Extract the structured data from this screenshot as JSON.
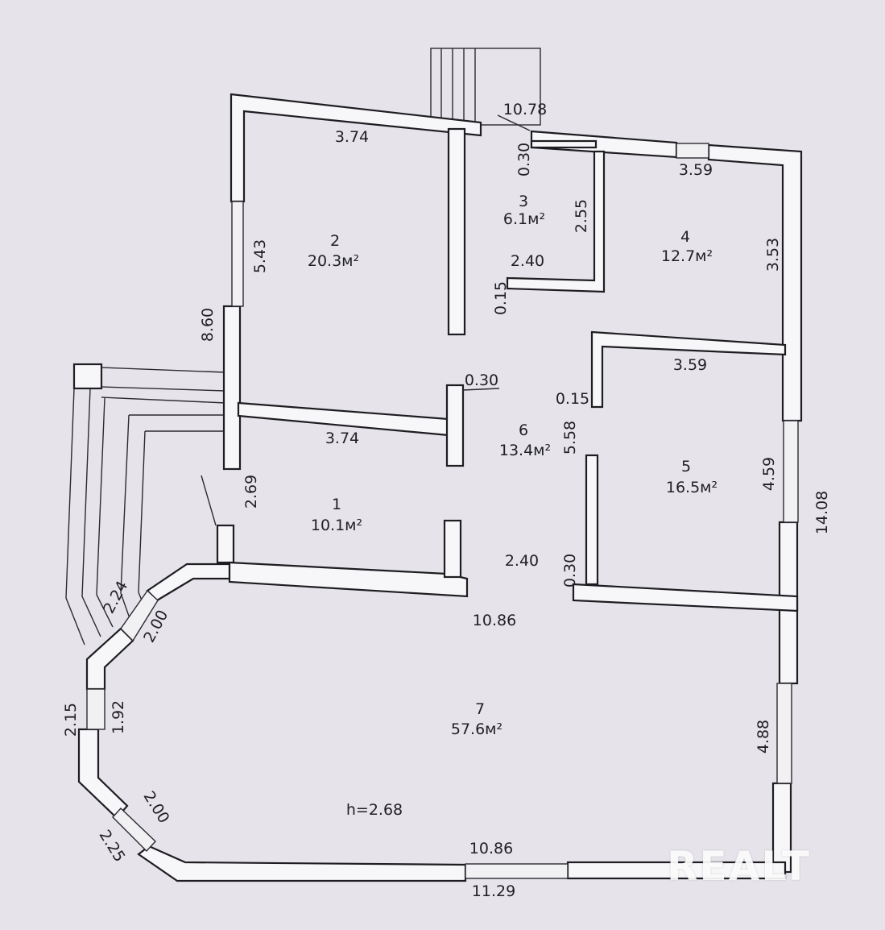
{
  "colors": {
    "paper": "#e6e4ea",
    "wall_fill": "#f7f7f9",
    "ink": "#1d1d22"
  },
  "rooms": [
    {
      "number": "1",
      "area": "10.1м²"
    },
    {
      "number": "2",
      "area": "20.3м²"
    },
    {
      "number": "3",
      "area": "6.1м²"
    },
    {
      "number": "4",
      "area": "12.7м²"
    },
    {
      "number": "5",
      "area": "16.5м²"
    },
    {
      "number": "6",
      "area": "13.4м²"
    },
    {
      "number": "7",
      "area": "57.6м²"
    }
  ],
  "dimensions": {
    "d_3_74_top": "3.74",
    "d_10_78": "10.78",
    "d_0_30_a": "0.30",
    "d_3_59_top": "3.59",
    "d_5_43": "5.43",
    "d_2_55": "2.55",
    "d_3_53": "3.53",
    "d_2_40_a": "2.40",
    "d_0_15_a": "0.15",
    "d_8_60": "8.60",
    "d_0_30_b": "0.30",
    "d_3_59_mid": "3.59",
    "d_0_15_b": "0.15",
    "d_3_74_mid": "3.74",
    "d_5_58": "5.58",
    "d_2_69": "2.69",
    "d_4_59": "4.59",
    "d_14_08": "14.08",
    "d_2_40_b": "2.40",
    "d_0_30_c": "0.30",
    "d_2_24": "2.24",
    "d_2_00_a": "2.00",
    "d_10_86_top": "10.86",
    "d_2_15": "2.15",
    "d_1_92": "1.92",
    "d_4_88": "4.88",
    "d_2_00_b": "2.00",
    "d_2_25": "2.25",
    "d_10_86_bottom": "10.86",
    "d_11_29": "11.29"
  },
  "height_note": "h=2.68",
  "watermark": "REALT"
}
